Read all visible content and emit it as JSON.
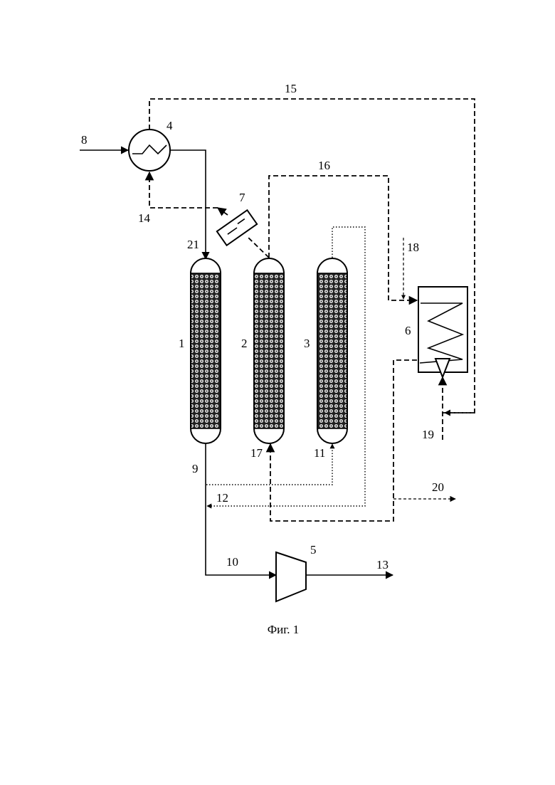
{
  "labels": {
    "reactor_1": "1",
    "reactor_2": "2",
    "reactor_3": "3",
    "heat_exchanger_4": "4",
    "compressor_5": "5",
    "furnace_6": "6",
    "separator_7": "7",
    "stream_8": "8",
    "stream_9": "9",
    "stream_10": "10",
    "stream_11": "11",
    "stream_12": "12",
    "stream_13": "13",
    "stream_14": "14",
    "stream_15": "15",
    "stream_16": "16",
    "stream_17": "17",
    "stream_18": "18",
    "stream_19": "19",
    "stream_20": "20",
    "stream_21": "21"
  },
  "caption": "Фиг. 1"
}
